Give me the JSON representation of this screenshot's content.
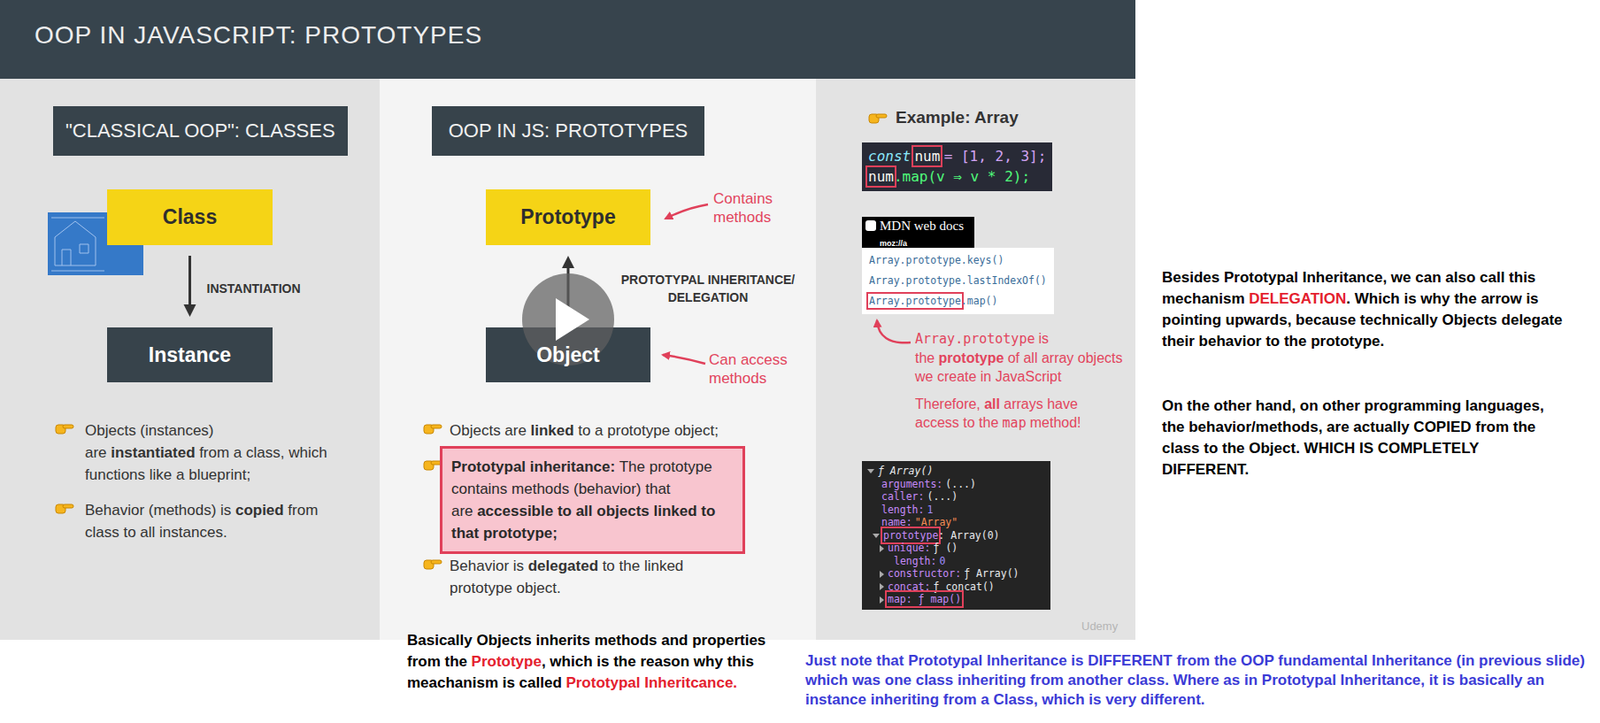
{
  "diagram": {
    "title": "OOP IN JAVASCRIPT: PROTOTYPES",
    "nodes": [
      {
        "text": [
          "\"CLASSICAL OOP\": CLASSES"
        ]
      },
      {
        "text": [
          "Class"
        ]
      },
      {
        "text": [
          "Instance"
        ]
      },
      {
        "text": [
          "OOP IN JS: PROTOTYPES"
        ]
      },
      {
        "text": [
          "Prototype"
        ]
      },
      {
        "text": [
          "Object"
        ]
      },
      {
        "text": [
          "Prototypal inheritance:",
          "The prototype contains methods (behavior) that are",
          "accessible to all objects linked to that prototype;"
        ]
      },
      {
        "text": [
          "const",
          "num",
          "= [1, 2, 3];",
          "num",
          ".map(v ⇒ v * 2);"
        ]
      },
      {
        "text": [
          "MDN web docs",
          "moz://a"
        ]
      },
      {
        "text": [
          "Array.prototype.keys()",
          "Array.prototype.lastIndexOf()",
          "Array.prototype",
          ".map()"
        ]
      },
      {
        "text": [
          "ƒ Array()",
          "arguments:",
          "(...)",
          "caller:",
          "(...)",
          "length:",
          "1",
          "name:",
          "\"Array\"",
          "prototype",
          ": Array(0)",
          "unique:",
          "ƒ ()",
          "length:",
          "0",
          "constructor:",
          "ƒ Array()",
          "concat:",
          "ƒ concat()",
          "map: ƒ map()"
        ]
      }
    ],
    "edges": [
      {
        "from": 1,
        "to": 2,
        "arrow": "to",
        "label": "INSTANTIATION"
      },
      {
        "from": 5,
        "to": 4,
        "arrow": "to",
        "label": "PROTOTYPAL INHERITANCE/ DELEGATION"
      }
    ],
    "labels": [
      "Objects (instances) are",
      "instantiated",
      "from a class, which functions like a blueprint;",
      "Behavior (methods) is",
      "copied",
      "from class to all instances.",
      "Contains methods",
      "Can access methods",
      "Objects are",
      "linked",
      "to a prototype object;",
      "Behavior is",
      "delegated",
      "to the linked prototype object.",
      "Example: Array",
      "Array.prototype",
      "is the",
      "prototype",
      "of all array objects we create in JavaScript",
      "Therefore,",
      "all",
      "arrays have access to the",
      "map",
      "method!",
      "Udemy",
      "Basically Objects inherits methods and properties from the",
      "Prototype",
      ", which is the reason why this meachanism is called",
      "Prototypal Inheritcance.",
      "Just note that Prototypal Inheritance is DIFFERENT from the OOP fundamental Inheritance (in previous slide) which was one class inheriting from another class. Where as in Prototypal Inheritance, it is basically an instance inheriting from a Class, which is very different.",
      "Besides Prototypal Inheritance, we can also call this mechanism",
      "DELEGATION",
      ". Which is why the arrow is pointing upwards, because technically Objects delegate their behavior to the prototype.",
      "On the other hand, on other programming languages, the behavior/methods, are actually COPIED from the class to the Object. WHICH IS COMPLETELY DIFFERENT."
    ]
  }
}
